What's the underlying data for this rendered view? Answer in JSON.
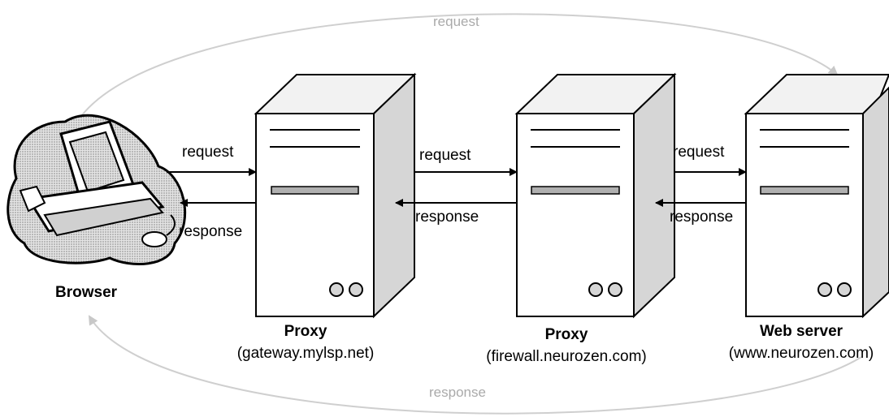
{
  "outer": {
    "request_label": "request",
    "response_label": "response"
  },
  "browser": {
    "label": "Browser"
  },
  "proxy1": {
    "title": "Proxy",
    "host": "(gateway.mylsp.net)"
  },
  "proxy2": {
    "title": "Proxy",
    "host": "(firewall.neurozen.com)"
  },
  "webserver": {
    "title": "Web server",
    "host": "(www.neurozen.com)"
  },
  "links": [
    {
      "request": "request",
      "response": "response"
    },
    {
      "request": "request",
      "response": "response"
    },
    {
      "request": "request",
      "response": "response"
    }
  ],
  "colors": {
    "faint_arc": "#c8c8c8",
    "server_body": "#ffffff",
    "server_side": "#d6d6d6",
    "slot_bar": "#b0b0b0",
    "line": "#000000"
  }
}
